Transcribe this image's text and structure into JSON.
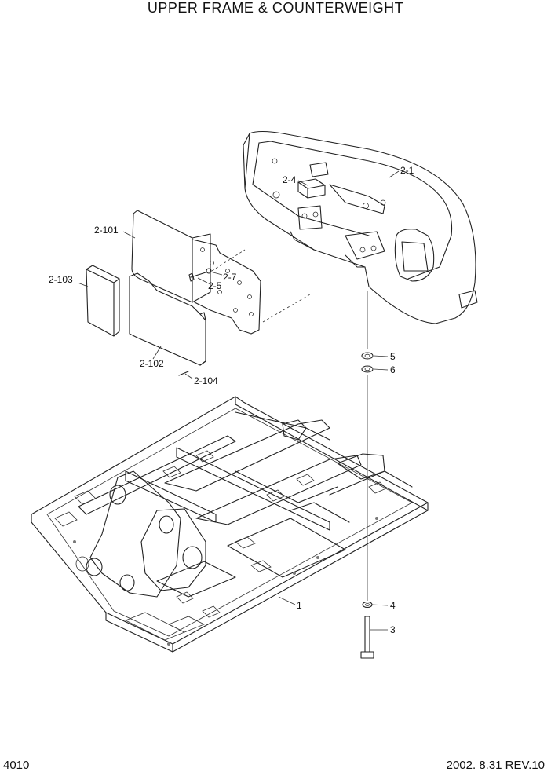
{
  "title": "UPPER FRAME & COUNTERWEIGHT",
  "footer": {
    "page": "4010",
    "revision": "2002. 8.31 REV.10"
  },
  "callouts": {
    "c2_1": "2-1",
    "c2_4": "2-4",
    "c2_101": "2-101",
    "c2_7": "2-7",
    "c2_5": "2-5",
    "c2_103": "2-103",
    "c2_102": "2-102",
    "c2_104": "2-104",
    "c5": "5",
    "c6": "6",
    "c1": "1",
    "c4": "4",
    "c3": "3"
  }
}
